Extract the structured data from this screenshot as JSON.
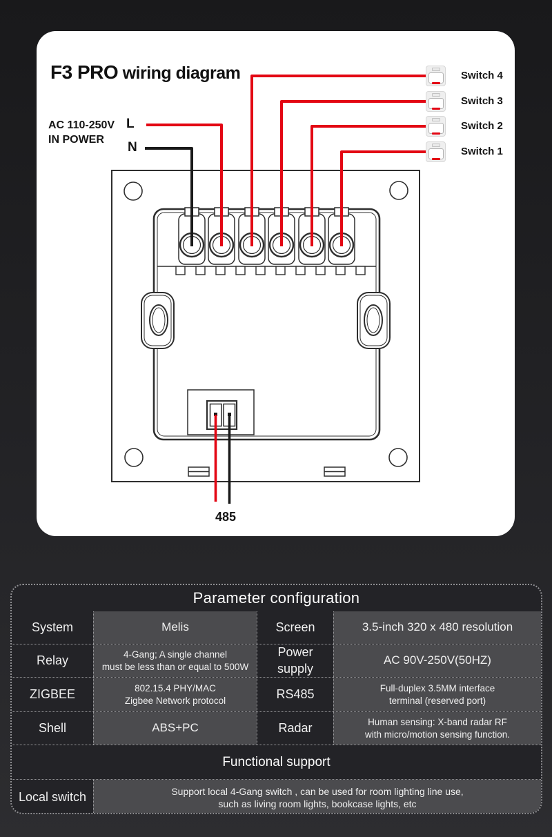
{
  "diagram": {
    "title_main": "F3 PRO",
    "title_rest": " wiring diagram",
    "power_label": "AC 110-250V\nIN POWER",
    "live_label": "L",
    "neutral_label": "N",
    "port_label": "485",
    "switches": [
      {
        "label": "Switch 4"
      },
      {
        "label": "Switch 3"
      },
      {
        "label": "Switch 2"
      },
      {
        "label": "Switch 1"
      }
    ],
    "colors": {
      "wire_live_red": "#e30613",
      "wire_neutral_black": "#1a1a1a",
      "panel_line": "#2e2e2e",
      "card_background": "#ffffff"
    }
  },
  "table": {
    "title": "Parameter configuration",
    "rows": [
      {
        "label": "System",
        "value": "Melis",
        "label2": "Screen",
        "value2": "3.5-inch 320 x 480 resolution"
      },
      {
        "label": "Relay",
        "value": "4-Gang; A single channel\nmust be less than or equal to 500W",
        "label2": "Power supply",
        "value2": "AC 90V-250V(50HZ)"
      },
      {
        "label": "ZIGBEE",
        "value": "802.15.4 PHY/MAC\nZigbee Network protocol",
        "label2": "RS485",
        "value2": "Full-duplex 3.5MM interface\nterminal (reserved port)"
      },
      {
        "label": "Shell",
        "value": "ABS+PC",
        "label2": "Radar",
        "value2": "Human sensing: X-band radar RF\nwith micro/motion sensing function."
      }
    ],
    "section_title": "Functional support",
    "function_row": {
      "label": "Local switch",
      "value": "Support local 4-Gang switch , can be used for room lighting line use,\nsuch as living room lights, bookcase lights, etc"
    }
  }
}
